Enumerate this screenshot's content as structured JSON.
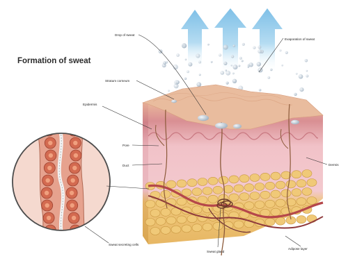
{
  "title": "Formation of sweat",
  "labels": {
    "drop_of_sweat": "Drop of sweat",
    "evaporation_of_sweat": "Evaporation of sweat",
    "stratum_corneum": "Stratum corneum",
    "epidermis": "Epidermis",
    "pore": "Pore",
    "duct": "Duct",
    "dermis": "Dermis",
    "sweat_secreting_cells": "Sweat secreting cells",
    "sweat_gland": "Sweat gland",
    "adipose_layer": "Adipose layer"
  },
  "colors": {
    "arrow": "#8fc9ea",
    "droplet": "#c7d2dc",
    "skin_surface": "#e6b998",
    "epidermis": "#e1a6a8",
    "dermis": "#f2c6cc",
    "adipose": "#efc678",
    "vessel": "#b5474a",
    "cell": "#c65a44"
  }
}
